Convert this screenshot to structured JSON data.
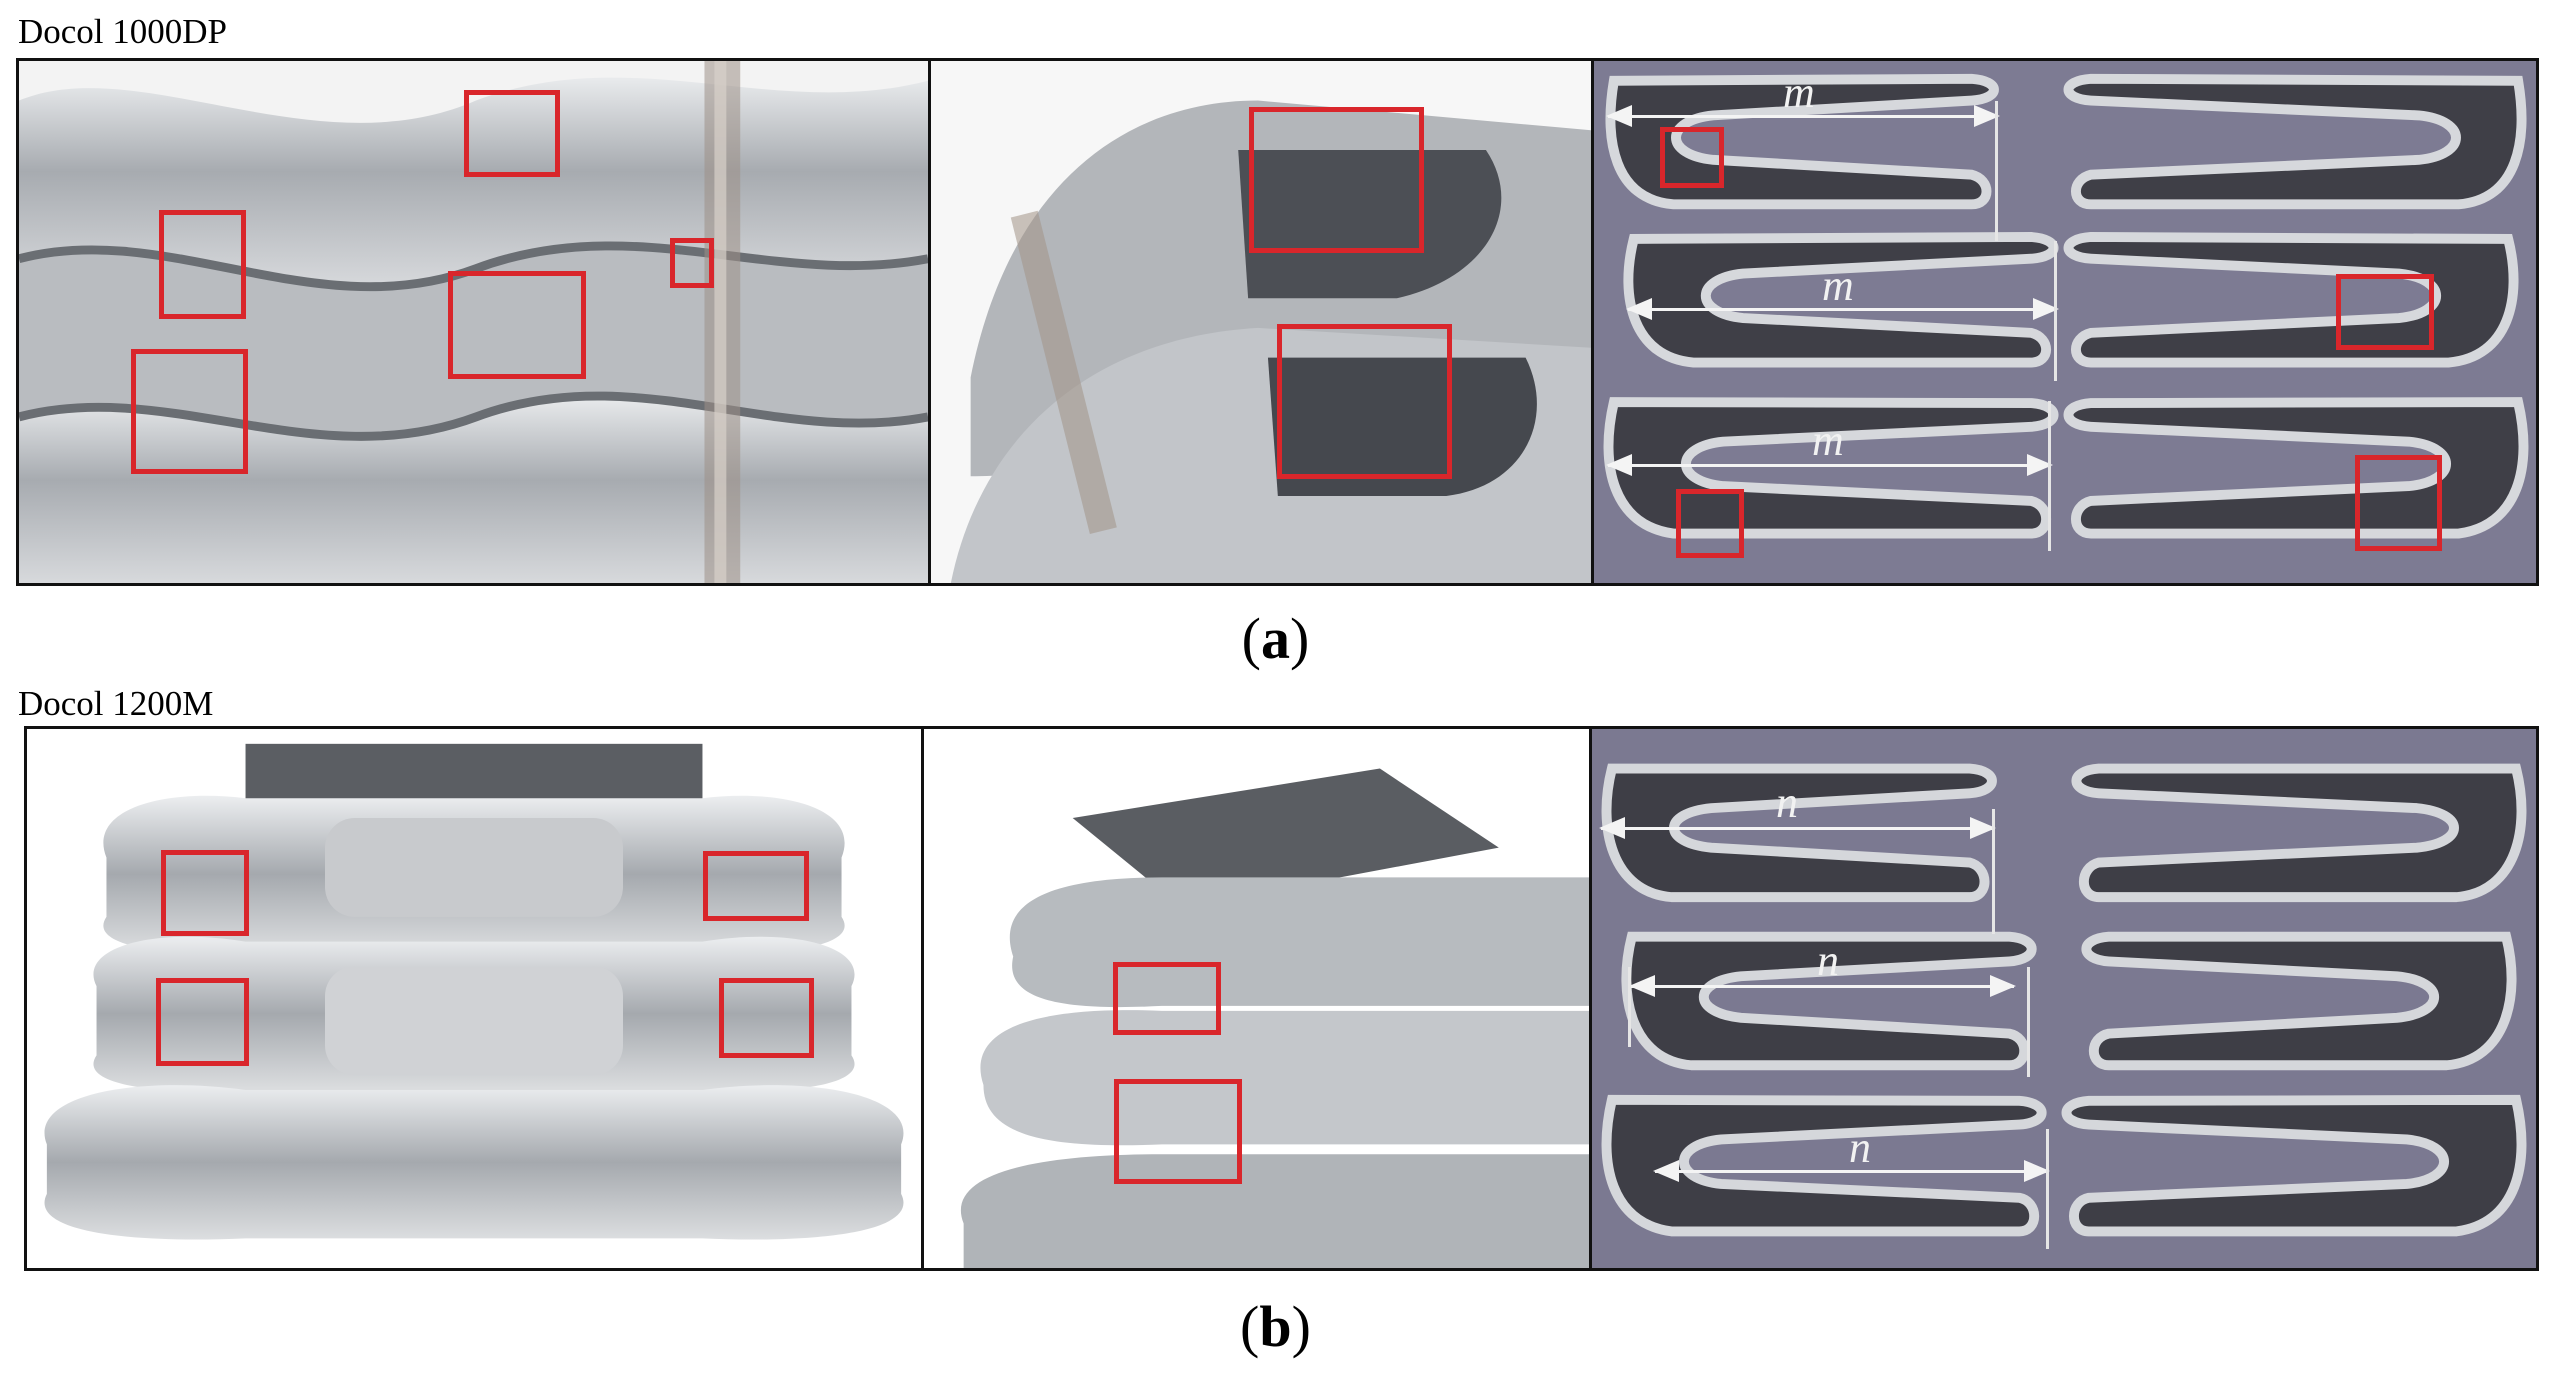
{
  "rows": [
    {
      "label": "Docol 1000DP",
      "caption_letter": "a",
      "measure_letter": "m"
    },
    {
      "label": "Docol 1200M",
      "caption_letter": "b",
      "measure_letter": "n"
    }
  ],
  "colors": {
    "highlight_box": "#d9262b",
    "metal": "#b4b7bb",
    "section_bg": "#7c7a92"
  }
}
